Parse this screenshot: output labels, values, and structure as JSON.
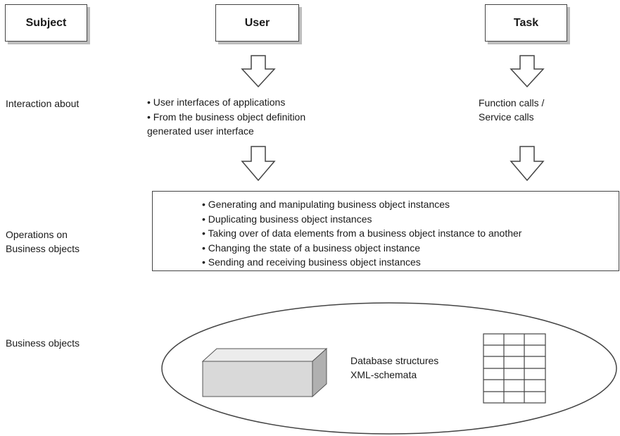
{
  "header": {
    "subject": "Subject",
    "user": "User",
    "task": "Task"
  },
  "rows": {
    "interaction": "Interaction about",
    "operations_line1": "Operations on",
    "operations_line2": "Business objects",
    "business_objects": "Business objects"
  },
  "user_column": {
    "items": [
      "• User interfaces of applications",
      "• From the business object definition",
      "generated user interface"
    ]
  },
  "task_column": {
    "line1": "Function calls /",
    "line2": "Service calls"
  },
  "operations": {
    "items": [
      "• Generating and manipulating  business object instances",
      "• Duplicating business object instances",
      "• Taking over of data elements  from a business object instance to another",
      "• Changing the state of a business object instance",
      "• Sending and receiving business object instances"
    ]
  },
  "business_objects": {
    "line1": "Database structures",
    "line2": "XML-schemata"
  },
  "icons": {
    "down_arrow": "down-arrow-icon",
    "box": "database-block-icon",
    "grid": "table-grid-icon"
  },
  "colors": {
    "stroke": "#444444",
    "shadow": "#bdbdbd",
    "block_front": "#d9d9d9",
    "block_top": "#ececec",
    "block_side": "#b0b0b0"
  }
}
